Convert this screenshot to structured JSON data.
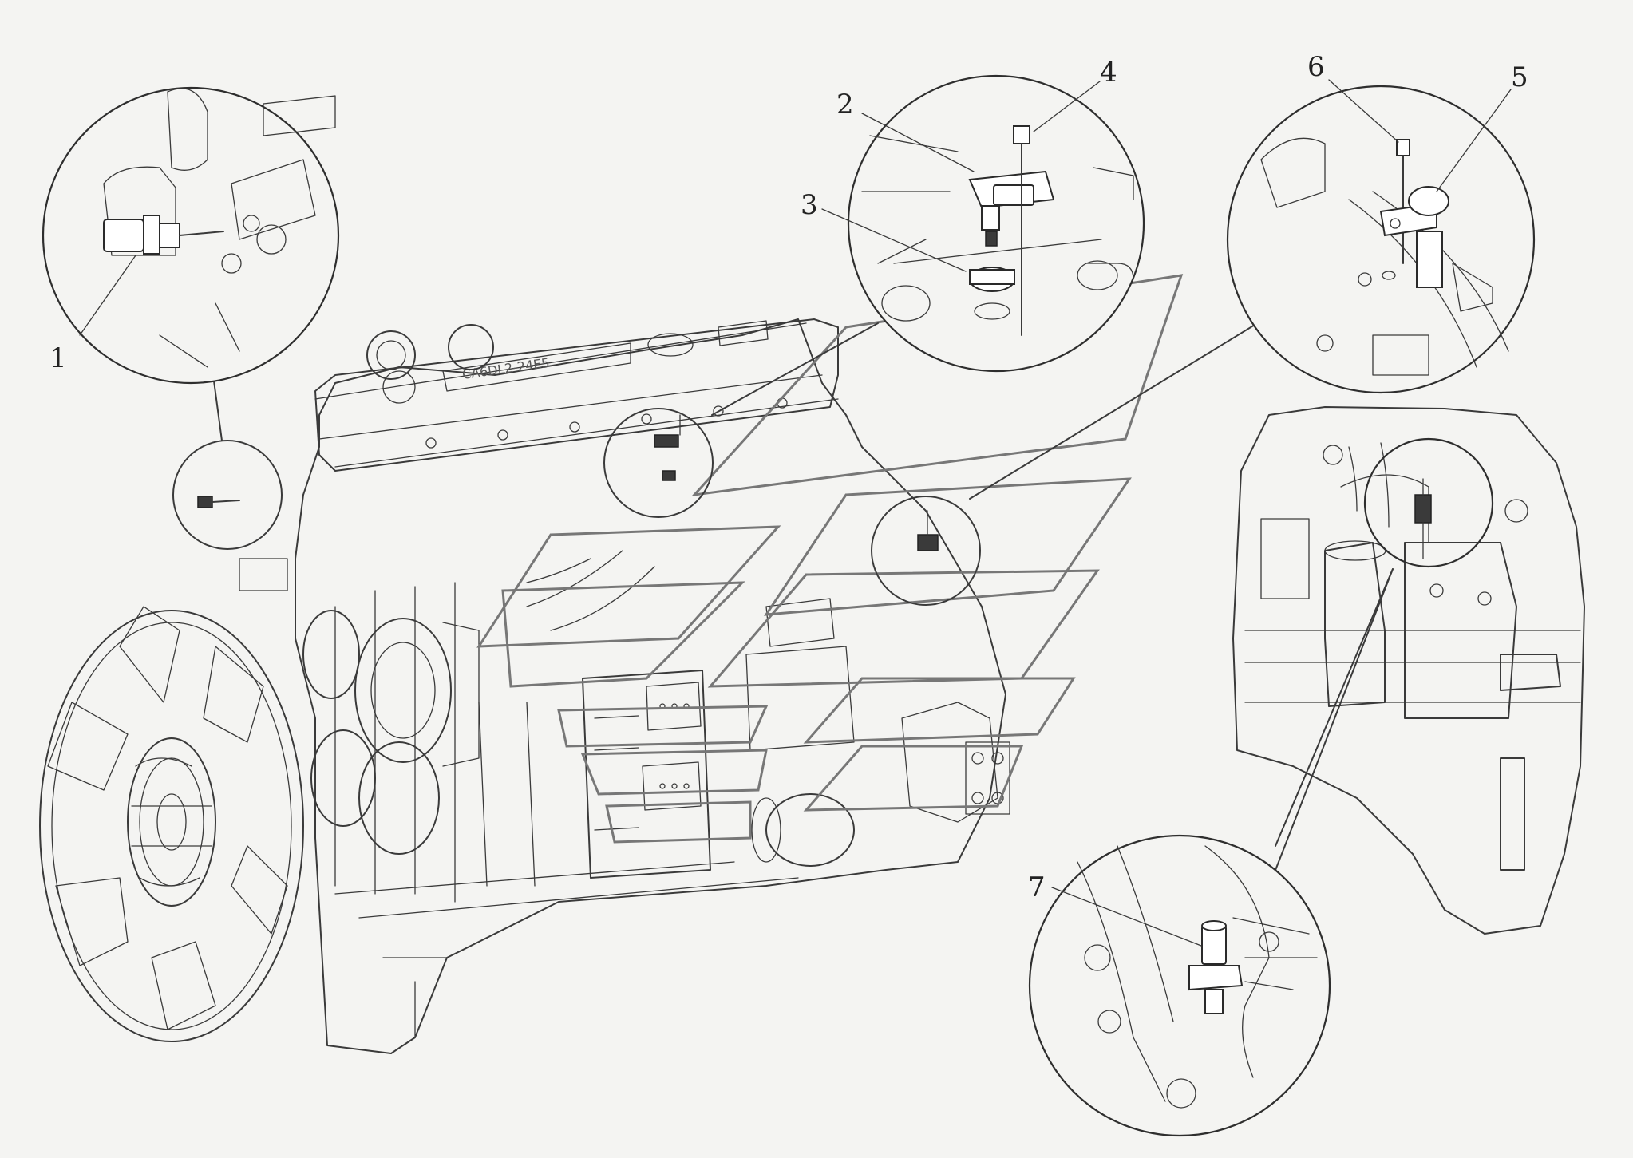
{
  "callouts": [
    {
      "id": "1",
      "label": "1"
    },
    {
      "id": "2",
      "label": "2"
    },
    {
      "id": "3",
      "label": "3"
    },
    {
      "id": "4",
      "label": "4"
    },
    {
      "id": "5",
      "label": "5"
    },
    {
      "id": "6",
      "label": "6"
    },
    {
      "id": "7",
      "label": "7"
    }
  ],
  "engine_plate_text": "CA6DL2-24E5",
  "colors": {
    "background": "#f4f4f2",
    "line": "#3a3a3a",
    "logo": "#777777"
  }
}
